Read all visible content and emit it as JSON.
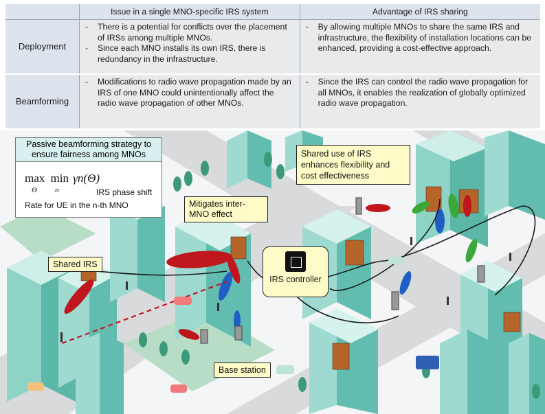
{
  "table": {
    "headers": [
      "",
      "Issue in a single MNO-specific IRS system",
      "Advantage of IRS sharing"
    ],
    "rows": [
      {
        "label": "Deployment",
        "issue": [
          "There is a potential for conflicts over the placement of IRSs among multiple MNOs.",
          "Since each MNO installs its own IRS, there is redundancy in the infrastructure."
        ],
        "advantage": [
          "By allowing multiple MNOs to share the same IRS and infrastructure, the flexibility of installation locations can be enhanced, providing a cost-effective approach."
        ]
      },
      {
        "label": "Beamforming",
        "issue": [
          "Modifications to radio wave propagation made by an IRS of one MNO could unintentionally affect the radio wave propagation of other MNOs."
        ],
        "advantage": [
          "Since the IRS can control the radio wave propagation for all MNOs, it enables the realization of globally optimized radio wave propagation."
        ]
      }
    ],
    "bullet": "-"
  },
  "scene": {
    "passive_box_title": "Passive beamforming strategy to ensure fairness among MNOs",
    "formula_max": "max",
    "formula_min": "min",
    "formula_theta": "Θ",
    "formula_n": "n",
    "formula_gamma": "γn(Θ)",
    "formula_note_phase": "IRS phase shift",
    "formula_note_rate": "Rate for UE in the n-th MNO",
    "shared_irs_label": "Shared IRS",
    "mitigates_label": "Mitigates inter-MNO effect",
    "shared_use_label": "Shared use of IRS enhances flexibility and cost effectiveness",
    "controller_label": "IRS controller",
    "base_station_label": "Base station"
  },
  "colors": {
    "beam_red": "#c0161e",
    "beam_blue": "#1f5fc4",
    "beam_green": "#3aa93a",
    "road": "#d9dadc",
    "grass": "#b8ddc6",
    "building_light": "#cfeee8",
    "building_mid": "#8fd3c7",
    "building_dark": "#5bb8a8",
    "label_fill": "#fffbc8"
  }
}
